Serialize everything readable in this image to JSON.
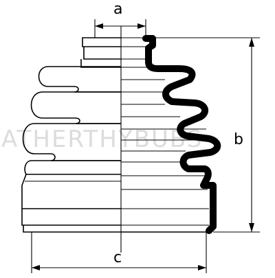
{
  "diagram": {
    "dimension_labels": {
      "a": "a",
      "b": "b",
      "c": "c"
    },
    "watermark": "ATHERTHYBUBS",
    "colors": {
      "line": "#000000",
      "section": "#000000",
      "background": "#ffffff",
      "watermark": "#dcdcdc"
    }
  }
}
